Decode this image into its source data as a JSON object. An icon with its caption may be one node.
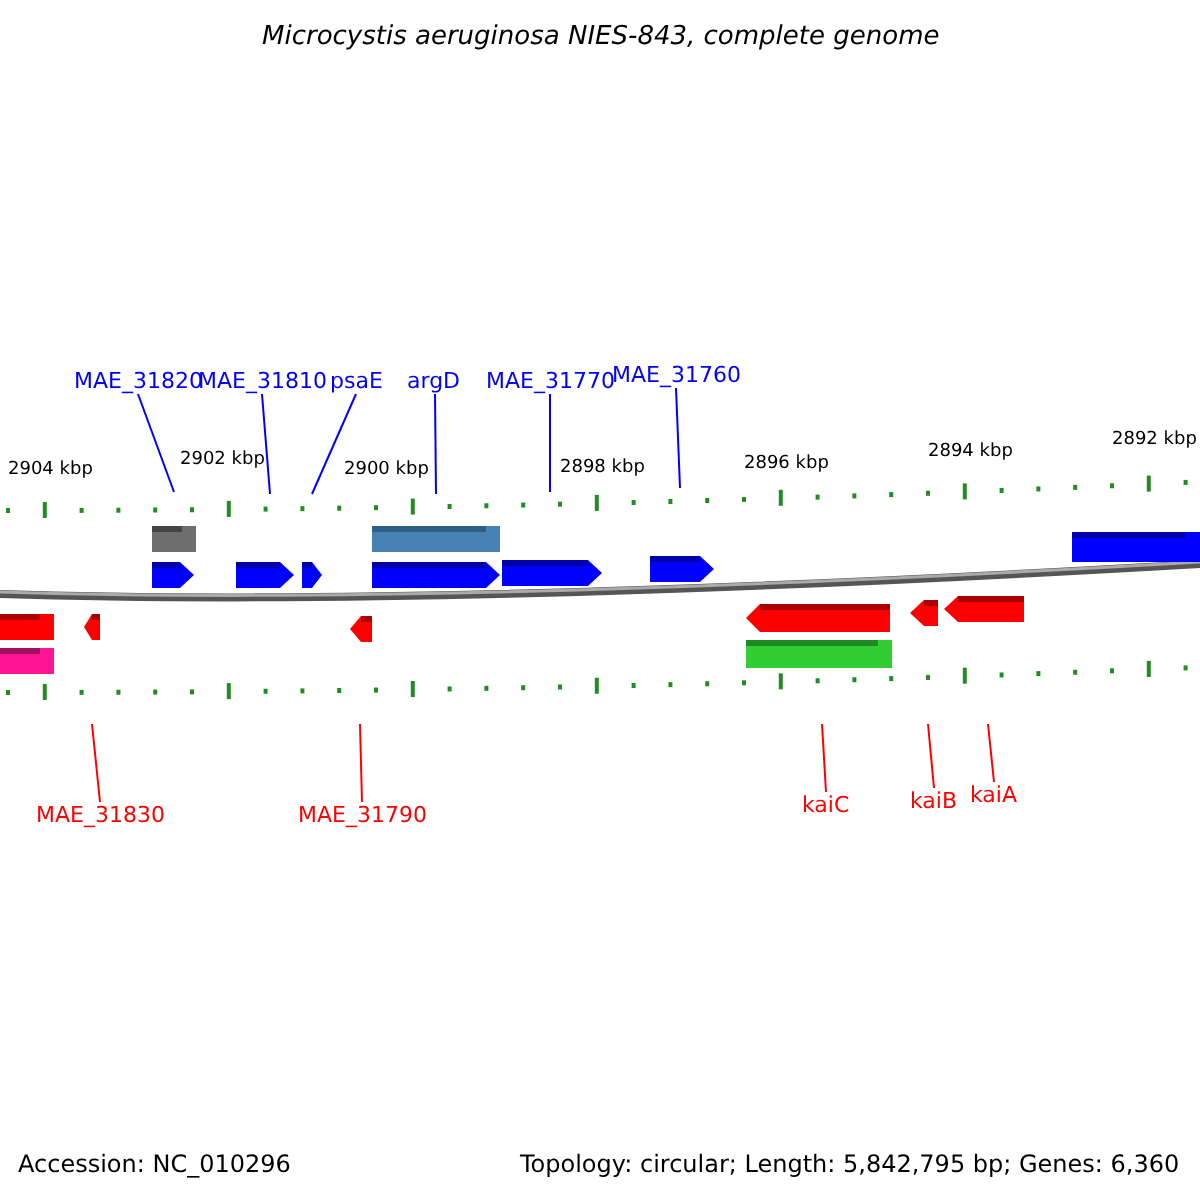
{
  "diagram": {
    "title": "Microcystis aeruginosa NIES-843, complete genome",
    "nodes": [
      {
        "text": [
          "MAE_31820"
        ]
      },
      {
        "text": [
          "MAE_31810"
        ]
      },
      {
        "text": [
          "psaE"
        ]
      },
      {
        "text": [
          "argD"
        ]
      },
      {
        "text": [
          "MAE_31770"
        ]
      },
      {
        "text": [
          "MAE_31760"
        ]
      },
      {
        "text": [
          "MAE_31830"
        ]
      },
      {
        "text": [
          "MAE_31790"
        ]
      },
      {
        "text": [
          "kaiC"
        ]
      },
      {
        "text": [
          "kaiB"
        ]
      },
      {
        "text": [
          "kaiA"
        ]
      }
    ],
    "edges": [
      {
        "from": 0,
        "to": null,
        "arrow": "none"
      },
      {
        "from": 1,
        "to": null,
        "arrow": "none"
      },
      {
        "from": 2,
        "to": null,
        "arrow": "none"
      },
      {
        "from": 3,
        "to": null,
        "arrow": "none"
      },
      {
        "from": 4,
        "to": null,
        "arrow": "none"
      },
      {
        "from": 5,
        "to": null,
        "arrow": "none"
      },
      {
        "from": 6,
        "to": null,
        "arrow": "none",
        "color": "#ff0000"
      },
      {
        "from": 7,
        "to": null,
        "arrow": "none",
        "color": "#ff0000"
      },
      {
        "from": 8,
        "to": null,
        "arrow": "none",
        "color": "#ff0000"
      },
      {
        "from": 9,
        "to": null,
        "arrow": "none",
        "color": "#ff0000"
      },
      {
        "from": 10,
        "to": null,
        "arrow": "none",
        "color": "#ff0000"
      }
    ],
    "labels": [
      "2904 kbp",
      "2902 kbp",
      "2900 kbp",
      "2898 kbp",
      "2896 kbp",
      "2894 kbp",
      "2892 kbp",
      "Accession: NC_010296",
      "Topology: circular; Length: 5,842,795 bp; Genes: 6,360"
    ]
  }
}
